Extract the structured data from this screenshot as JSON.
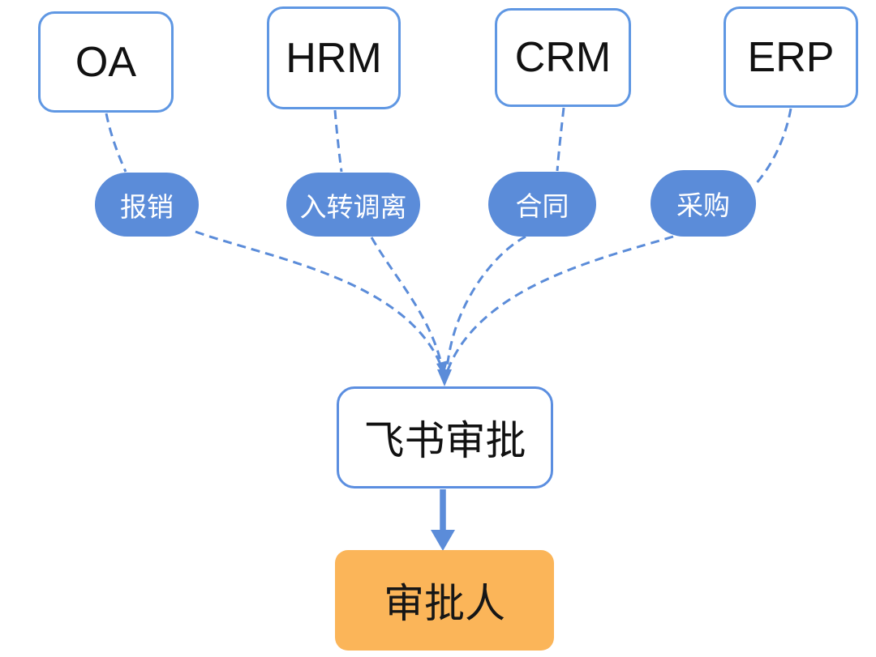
{
  "systems": [
    {
      "label": "OA"
    },
    {
      "label": "HRM"
    },
    {
      "label": "CRM"
    },
    {
      "label": "ERP"
    }
  ],
  "processes": [
    {
      "label": "报销"
    },
    {
      "label": "入转调离"
    },
    {
      "label": "合同"
    },
    {
      "label": "采购"
    }
  ],
  "hub": {
    "label": "飞书审批"
  },
  "approver": {
    "label": "审批人"
  },
  "colors": {
    "connector_blue": "#5b8cd9",
    "node_border_blue": "#5f97e3",
    "pill_fill_blue": "#5b8cd9",
    "approver_orange": "#fbb559",
    "pill_text": "#ffffff",
    "node_text": "#111111"
  }
}
